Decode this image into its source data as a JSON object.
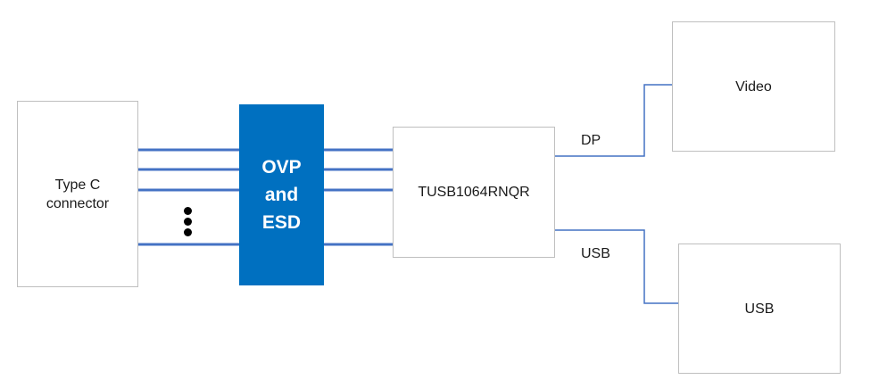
{
  "blocks": {
    "connector": "Type C\nconnector",
    "protection": "OVP\nand\nESD",
    "mux": "TUSB1064RNQR",
    "video": "Video",
    "usb_out": "USB"
  },
  "links": {
    "dp": "DP",
    "usb": "USB"
  },
  "colors": {
    "protection_fill": "#0070c0",
    "wire": "#4472c4",
    "box_border": "#bfbfbf"
  },
  "icons": {
    "continuation": "vertical-ellipsis-icon"
  }
}
